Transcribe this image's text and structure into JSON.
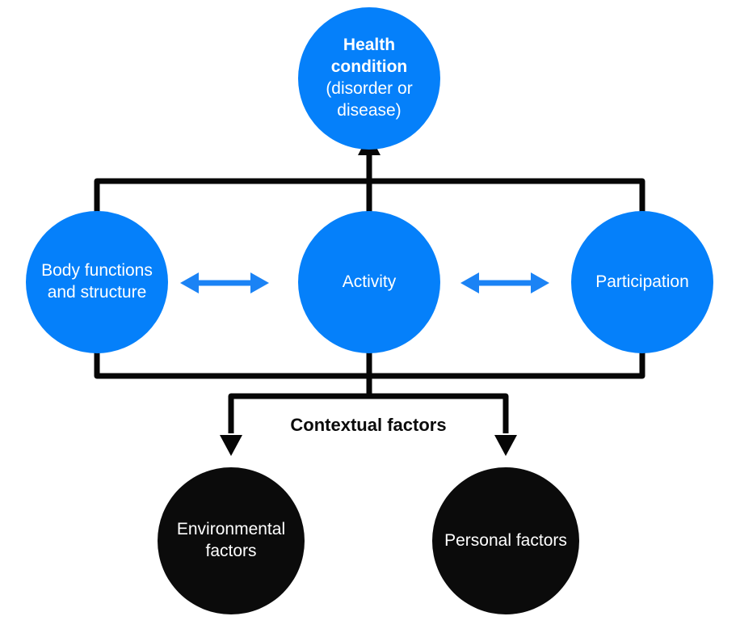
{
  "diagram": {
    "type": "flow-diagram",
    "nodes": {
      "health_condition": {
        "title": "Health condition",
        "subtitle": "(disorder or disease)"
      },
      "body_functions": {
        "label": "Body functions and structure"
      },
      "activity": {
        "label": "Activity"
      },
      "participation": {
        "label": "Participation"
      },
      "environmental_factors": {
        "label": "Environmental factors"
      },
      "personal_factors": {
        "label": "Personal factors"
      }
    },
    "labels": {
      "contextual_factors": "Contextual factors"
    },
    "connections": [
      {
        "from": "health_condition",
        "to": "body_functions",
        "style": "black-arrow",
        "direction": "both"
      },
      {
        "from": "health_condition",
        "to": "activity",
        "style": "black-arrow",
        "direction": "both"
      },
      {
        "from": "health_condition",
        "to": "participation",
        "style": "black-arrow",
        "direction": "both"
      },
      {
        "from": "body_functions",
        "to": "activity",
        "style": "blue-double-arrow",
        "direction": "both"
      },
      {
        "from": "activity",
        "to": "participation",
        "style": "blue-double-arrow",
        "direction": "both"
      },
      {
        "from": "contextual_factors",
        "to": "body_functions",
        "style": "black-arrow",
        "direction": "up"
      },
      {
        "from": "contextual_factors",
        "to": "activity",
        "style": "black-arrow",
        "direction": "up"
      },
      {
        "from": "contextual_factors",
        "to": "participation",
        "style": "black-arrow",
        "direction": "up"
      },
      {
        "from": "contextual_factors",
        "to": "environmental_factors",
        "style": "black-arrow",
        "direction": "down"
      },
      {
        "from": "contextual_factors",
        "to": "personal_factors",
        "style": "black-arrow",
        "direction": "down"
      }
    ],
    "colors": {
      "node_blue": "#0580fa",
      "arrow_blue": "#1b83f5",
      "node_black": "#0b0b0b",
      "connector_black": "#060606",
      "text_white": "#ffffff"
    }
  }
}
